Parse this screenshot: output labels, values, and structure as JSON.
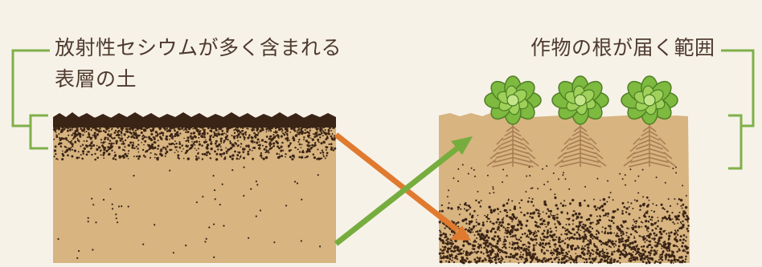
{
  "labels": {
    "left_line1": "放射性セシウムが多く含まれる",
    "left_line2": "表層の土",
    "right": "作物の根が届く範囲"
  },
  "colors": {
    "background": "#f7f2e8",
    "soil": "#d7b480",
    "topsoil_dark": "#3a2416",
    "bracket_green": "#7fb04a",
    "arrow_orange": "#e07a2f",
    "arrow_green": "#76ad3e",
    "leaf_green": "#8cc24c",
    "root_brown": "#a77b52"
  },
  "icons": {
    "plants": [
      "succulent-plant-icon",
      "succulent-plant-icon",
      "succulent-plant-icon"
    ],
    "arrows": [
      "down-right-arrow-icon",
      "up-right-arrow-icon"
    ]
  }
}
